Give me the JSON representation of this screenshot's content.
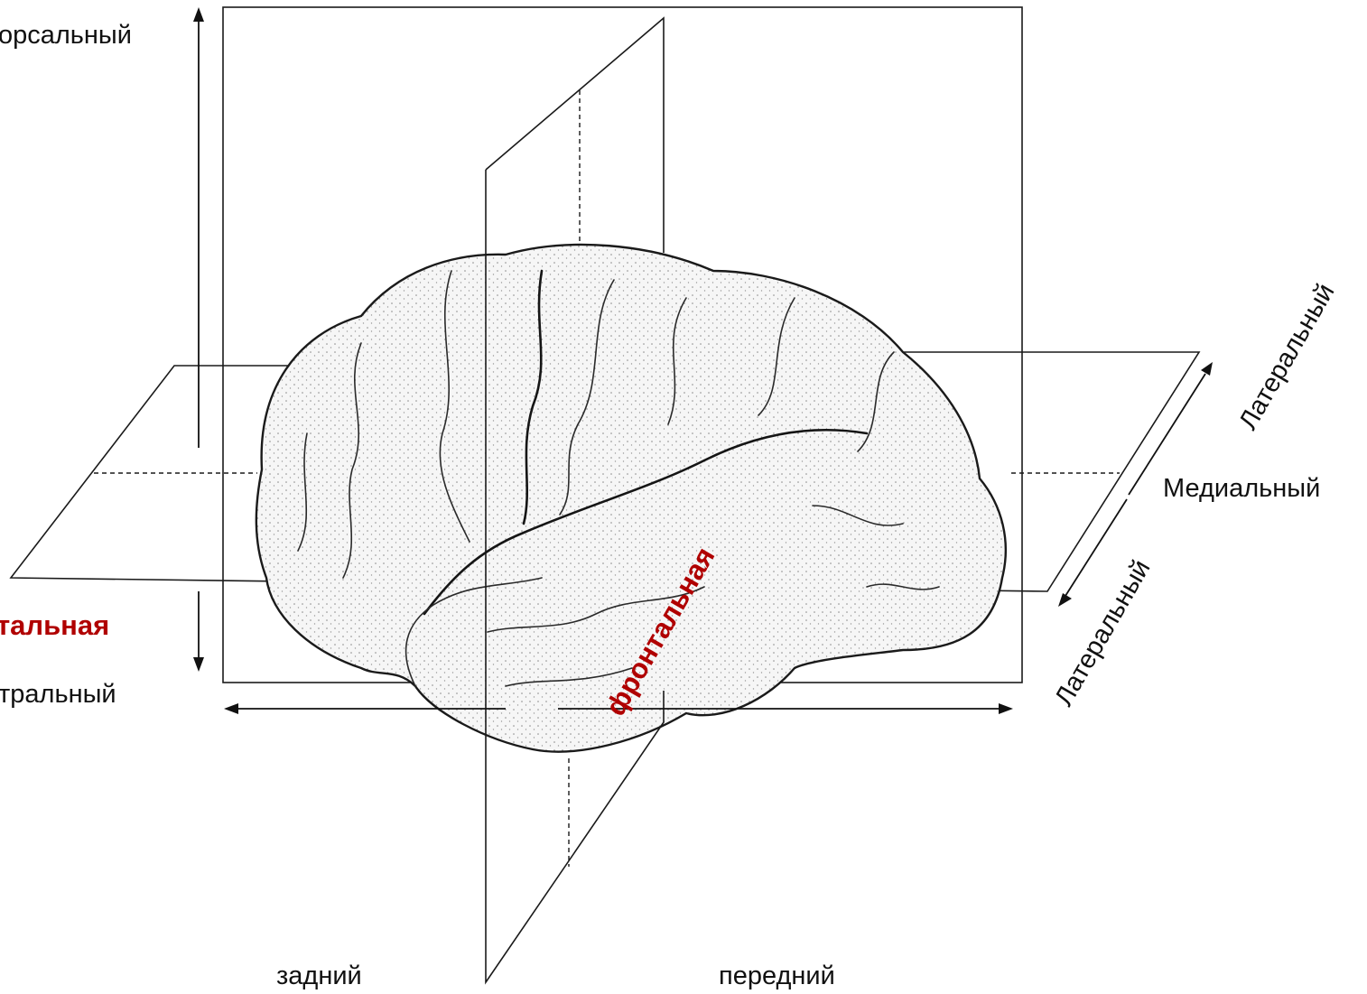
{
  "labels": {
    "dorsal": "орсальный",
    "ventral": "тральный",
    "horizontal_plane": "тальная",
    "frontal_plane": "фронтальная",
    "lateral_top": "Латеральный",
    "medial": "Медиальный",
    "lateral_bottom": "Латеральный",
    "posterior": "задний",
    "anterior": "передний"
  },
  "colors": {
    "plane_label": "#b00000",
    "line": "#1a1a1a",
    "brain_fill": "#f4f4f4",
    "background": "#ffffff"
  }
}
